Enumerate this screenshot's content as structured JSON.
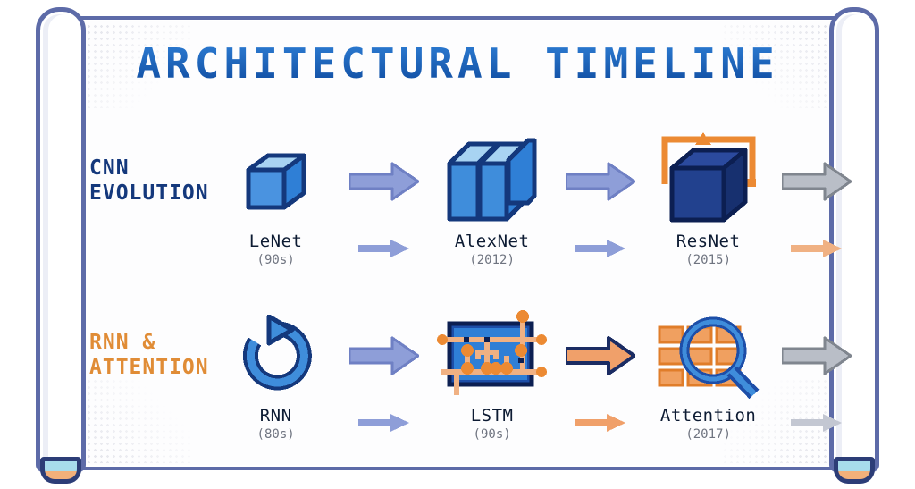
{
  "poster": {
    "title": "ARCHITECTURAL TIMELINE",
    "frame_style": "scroll",
    "colors": {
      "title_blue": "#1a5ab5",
      "navy": "#14387c",
      "orange": "#e08c36",
      "periwinkle_arrow": "#8e9ed8",
      "gray_arrow": "#9aa0aa",
      "cube_blue": "#2f7fd6",
      "frame_blue": "#5d6ba8"
    }
  },
  "rows": [
    {
      "label": "CNN\nEVOLUTION",
      "label_color": "#14387c",
      "stages": [
        {
          "name": "LeNet",
          "year": "(90s)",
          "icon": "small-cube-icon"
        },
        {
          "name": "AlexNet",
          "year": "(2012)",
          "icon": "layer-stack-icon"
        },
        {
          "name": "ResNet",
          "year": "(2015)",
          "icon": "cube-skip-connection-icon"
        }
      ],
      "connectors": [
        {
          "big_arrow_color": "#8e9ed8",
          "small_arrow_color": "#8e9ed8"
        },
        {
          "big_arrow_color": "#8e9ed8",
          "small_arrow_color": "#8e9ed8"
        },
        {
          "big_arrow_color": "#9aa0aa",
          "small_arrow_color": "#f0b183"
        }
      ]
    },
    {
      "label": "RNN &\nATTENTION",
      "label_color": "#e08c36",
      "stages": [
        {
          "name": "RNN",
          "year": "(80s)",
          "icon": "loop-arrow-icon"
        },
        {
          "name": "LSTM",
          "year": "(90s)",
          "icon": "lstm-cell-icon"
        },
        {
          "name": "Attention",
          "year": "(2017)",
          "icon": "magnifier-grid-icon"
        }
      ],
      "connectors": [
        {
          "big_arrow_color": "#8e9ed8",
          "small_arrow_color": "#8e9ed8"
        },
        {
          "big_arrow_color": "#f0a06a",
          "small_arrow_color": "#f0a06a"
        },
        {
          "big_arrow_color": "#9aa0aa",
          "small_arrow_color": "#c3c7d2"
        }
      ]
    }
  ]
}
